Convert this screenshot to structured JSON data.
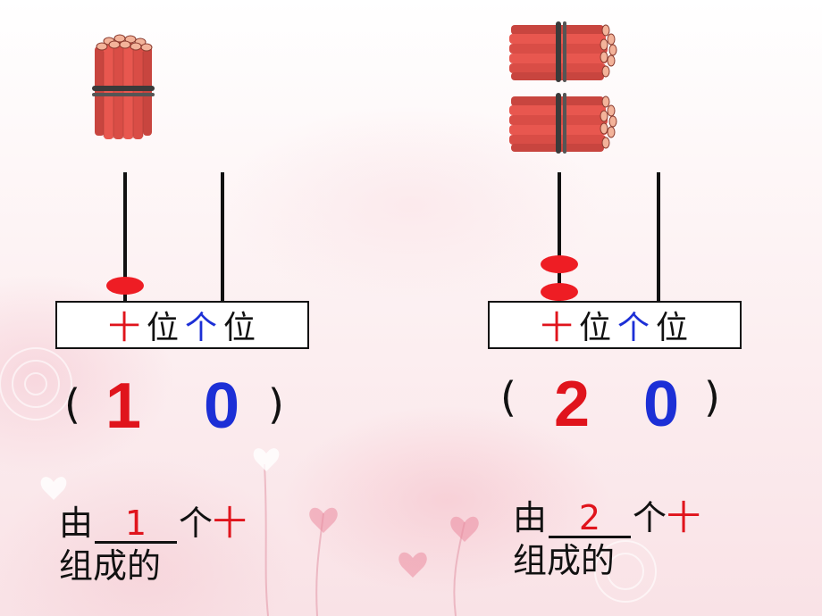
{
  "left": {
    "place_tens": "十",
    "place_word_1": "位",
    "place_ones": "个",
    "place_word_2": "位",
    "paren_open": "(",
    "paren_close": ")",
    "tens_digit": "1",
    "ones_digit": "0",
    "sentence_pre": "由",
    "blank_value": "1",
    "sentence_post_a": "个",
    "sentence_post_b": "十",
    "sentence_line2": "组成的",
    "bundle_count": 1,
    "bead_count": 1
  },
  "right": {
    "place_tens": "十",
    "place_word_1": "位",
    "place_ones": "个",
    "place_word_2": "位",
    "paren_open": "(",
    "paren_close": ")",
    "tens_digit": "2",
    "ones_digit": "0",
    "sentence_pre": "由",
    "blank_value": "2",
    "sentence_post_a": "个",
    "sentence_post_b": "十",
    "sentence_line2": "组成的",
    "bundle_count": 2,
    "bead_count": 2
  },
  "colors": {
    "tens": "#e0141c",
    "ones": "#1c2fd6",
    "bead": "#ee1d24",
    "stick": "#e8574f"
  }
}
